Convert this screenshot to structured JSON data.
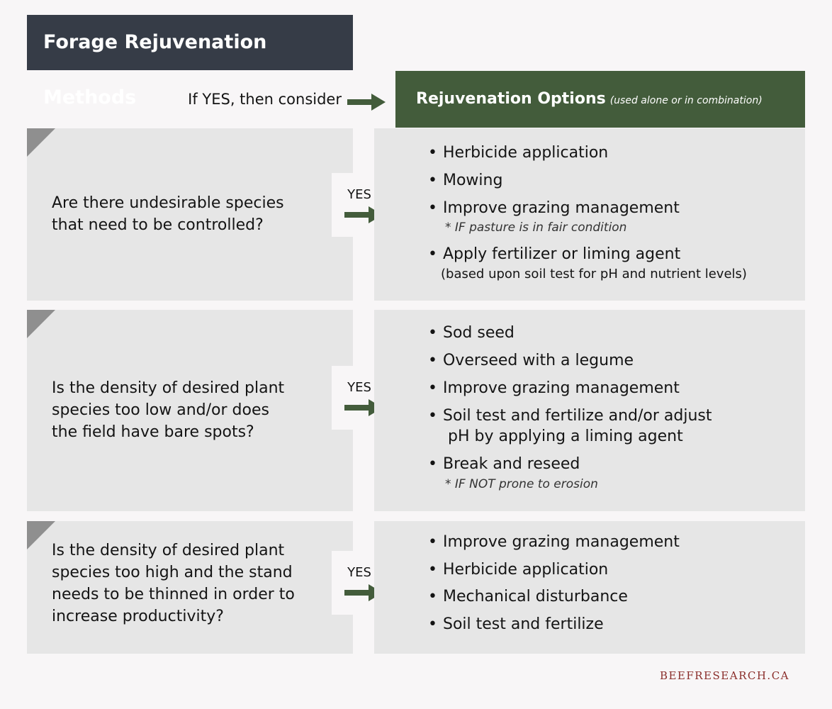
{
  "title": "Forage Rejuvenation Methods",
  "legend_text": "If YES, then consider",
  "options_header": {
    "main": "Rejuvenation Options",
    "sub": "(used alone or in combination)"
  },
  "yes_label": "YES",
  "colors": {
    "title_bg": "#363c47",
    "header_bg": "#435c3b",
    "arrow": "#435c3b",
    "panel_bg": "#e6e6e6",
    "corner": "#8f8f8f",
    "footer": "#8a2d2a"
  },
  "rows": [
    {
      "question": [
        "Are there undesirable species",
        "that need to be controlled?"
      ],
      "options": [
        {
          "label": "Herbicide application"
        },
        {
          "label": "Mowing"
        },
        {
          "label": "Improve grazing management",
          "note": "* IF pasture is in fair condition"
        },
        {
          "label": "Apply fertilizer or liming agent",
          "note_plain": "(based upon soil test for pH and nutrient levels)"
        }
      ]
    },
    {
      "question": [
        "Is the density of desired plant",
        "species too low and/or does",
        "the field have bare spots?"
      ],
      "options": [
        {
          "label": "Sod seed"
        },
        {
          "label": "Overseed with a legume"
        },
        {
          "label": "Improve grazing management"
        },
        {
          "label": "Soil test and fertilize and/or adjust",
          "continuation": "pH by applying a liming agent"
        },
        {
          "label": "Break and reseed",
          "note": "* IF NOT prone to erosion"
        }
      ]
    },
    {
      "question": [
        "Is the density of desired plant",
        "species too high and the stand",
        "needs to be thinned in order to",
        "increase productivity?"
      ],
      "options": [
        {
          "label": "Improve grazing management"
        },
        {
          "label": "Herbicide application"
        },
        {
          "label": "Mechanical disturbance"
        },
        {
          "label": "Soil test and fertilize"
        }
      ]
    }
  ],
  "footer": "BEEFRESEARCH.CA"
}
